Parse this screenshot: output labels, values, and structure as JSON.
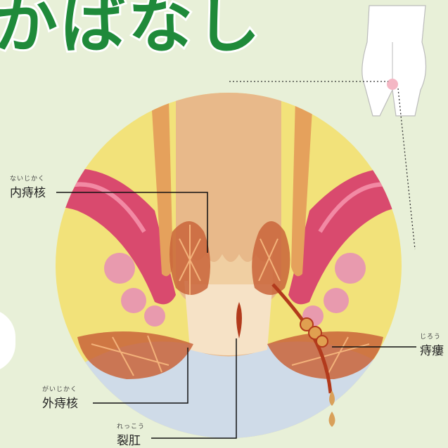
{
  "headline": {
    "text": "かばなし"
  },
  "labels": {
    "internal": {
      "ruby": "ないじかく",
      "text": "内痔核"
    },
    "external": {
      "ruby": "がいじかく",
      "text": "外痔核"
    },
    "fissure": {
      "ruby": "れっこう",
      "text": "裂肛"
    },
    "fistula": {
      "ruby": "じろう",
      "text": "痔瘻"
    }
  },
  "colors": {
    "title_green": "#1f8a3a",
    "background": "#e8f0d8",
    "fat_yellow": "#f2e27a",
    "muscle_pink": "#d94a6e",
    "skin": "#f3d6b6",
    "blood": "#b23a1c"
  }
}
